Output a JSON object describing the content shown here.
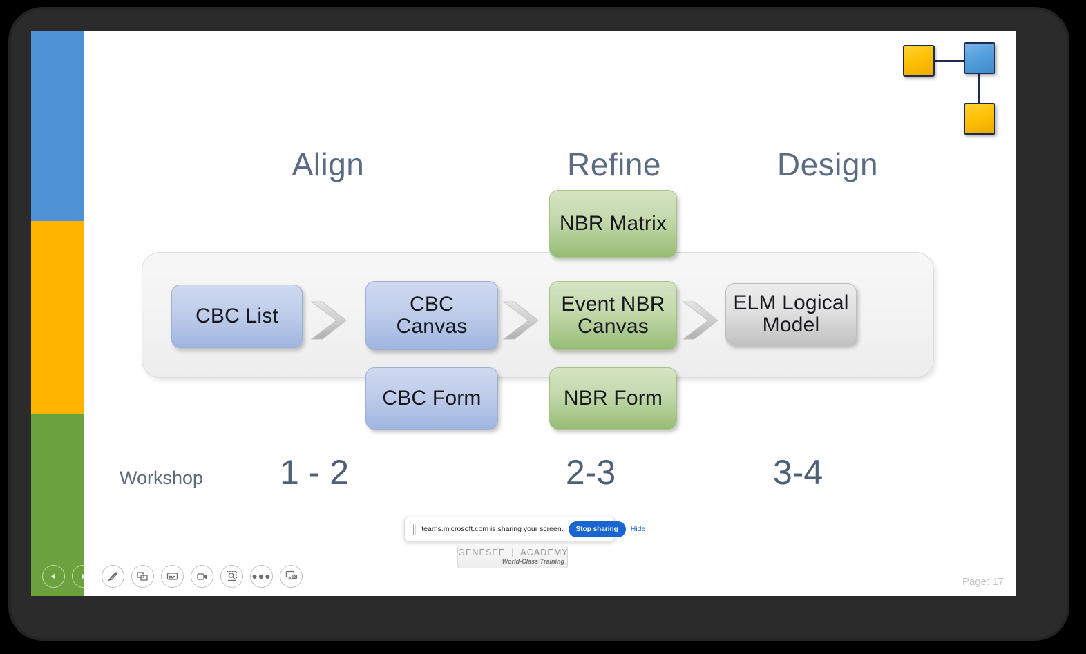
{
  "slide": {
    "page_indicator": "Page: 17",
    "column_headings": [
      {
        "label": "Align"
      },
      {
        "label": "Refine"
      },
      {
        "label": "Design"
      }
    ],
    "nodes": [
      {
        "id": "cbc-list",
        "label": "CBC List",
        "color_group": "blue",
        "fill": "#bfcdea"
      },
      {
        "id": "cbc-canvas",
        "label": "CBC\nCanvas",
        "color_group": "blue",
        "fill": "#bfcdea"
      },
      {
        "id": "cbc-form",
        "label": "CBC Form",
        "color_group": "blue",
        "fill": "#bfcdea"
      },
      {
        "id": "nbr-matrix",
        "label": "NBR Matrix",
        "color_group": "green",
        "fill": "#c3d8ab"
      },
      {
        "id": "event-nbr",
        "label": "Event NBR\nCanvas",
        "color_group": "green",
        "fill": "#c3d8ab"
      },
      {
        "id": "nbr-form",
        "label": "NBR Form",
        "color_group": "green",
        "fill": "#c3d8ab"
      },
      {
        "id": "elm-logical",
        "label": "ELM Logical\nModel",
        "color_group": "gray",
        "fill": "#e0e0e0"
      }
    ],
    "workshop": {
      "row_label": "Workshop",
      "values": [
        "1 - 2",
        "2-3",
        "3-4"
      ]
    },
    "sidebar_bands": [
      {
        "name": "blue-band",
        "color": "#4e91d4"
      },
      {
        "name": "amber-band",
        "color": "#ffb400"
      },
      {
        "name": "green-band",
        "color": "#6ca23e"
      }
    ],
    "corner_logo": {
      "squares": [
        {
          "name": "yellow-square-left",
          "color": "#ffc107"
        },
        {
          "name": "blue-square-right",
          "color": "#55a0dd"
        },
        {
          "name": "yellow-square-bottom",
          "color": "#ffc107"
        }
      ],
      "connector_color": "#1d2a52"
    },
    "footer_logo": {
      "word_one": "GENESEE",
      "word_two": "ACADEMY",
      "tagline": "World-Class Training"
    }
  },
  "share_notification": {
    "grip_icon": "drag-grip-icon",
    "message": "teams.microsoft.com is sharing your screen.",
    "stop_label": "Stop sharing",
    "hide_label": "Hide",
    "accent": "#1a66d0"
  },
  "toolbar": {
    "buttons": [
      {
        "name": "previous-slide-button",
        "icon": "triangle-left-icon"
      },
      {
        "name": "next-slide-button",
        "icon": "triangle-right-icon"
      },
      {
        "name": "pen-tools-button",
        "icon": "pen-icon"
      },
      {
        "name": "all-slides-button",
        "icon": "slides-grid-icon"
      },
      {
        "name": "subtitles-button",
        "icon": "captions-icon"
      },
      {
        "name": "camera-button",
        "icon": "camera-icon"
      },
      {
        "name": "zoom-region-button",
        "icon": "magnifier-region-icon"
      },
      {
        "name": "more-options-button",
        "icon": "ellipsis-icon",
        "glyph": "●●●"
      },
      {
        "name": "presenter-view-button",
        "icon": "presenter-view-icon"
      }
    ]
  }
}
